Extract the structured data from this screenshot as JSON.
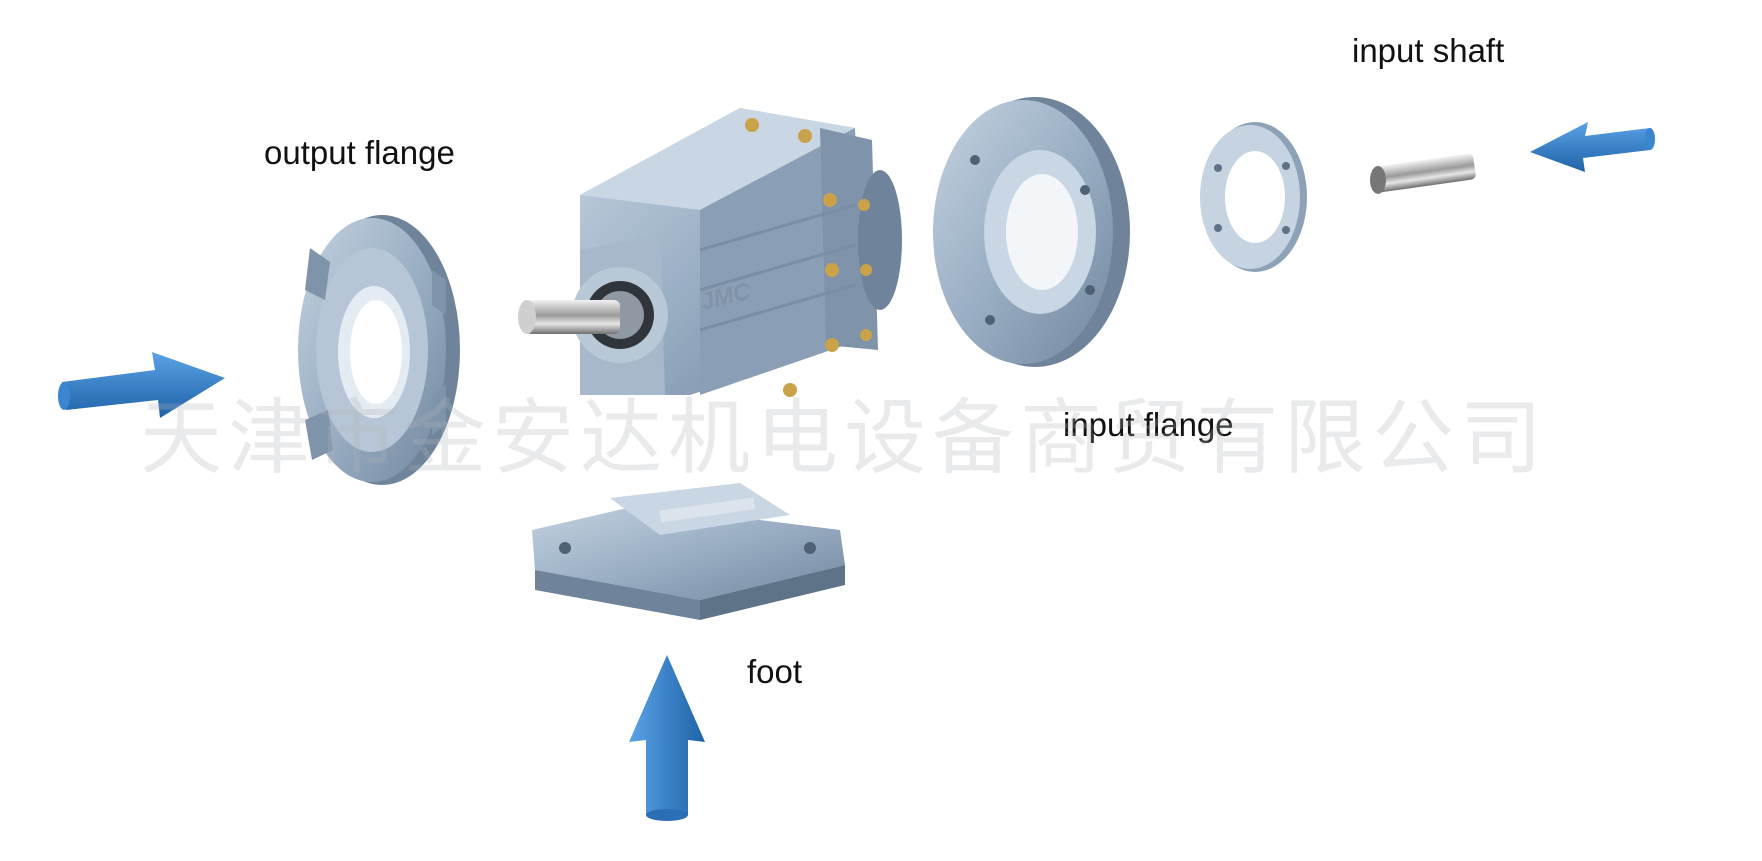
{
  "labels": {
    "output_flange": "output flange",
    "input_shaft": "input shaft",
    "input_flange": "input flange",
    "foot": "foot"
  },
  "watermark": "天津市金安达机电设备商贸有限公司",
  "gearbox_logo": "JMC",
  "colors": {
    "part_body": "#9aaec4",
    "part_shadow": "#6f849b",
    "part_highlight": "#c9d6e3",
    "arrow": "#2f7cc7",
    "brass": "#c9a24a"
  },
  "icons": [
    "arrow-right-icon",
    "arrow-left-icon",
    "arrow-up-icon"
  ]
}
